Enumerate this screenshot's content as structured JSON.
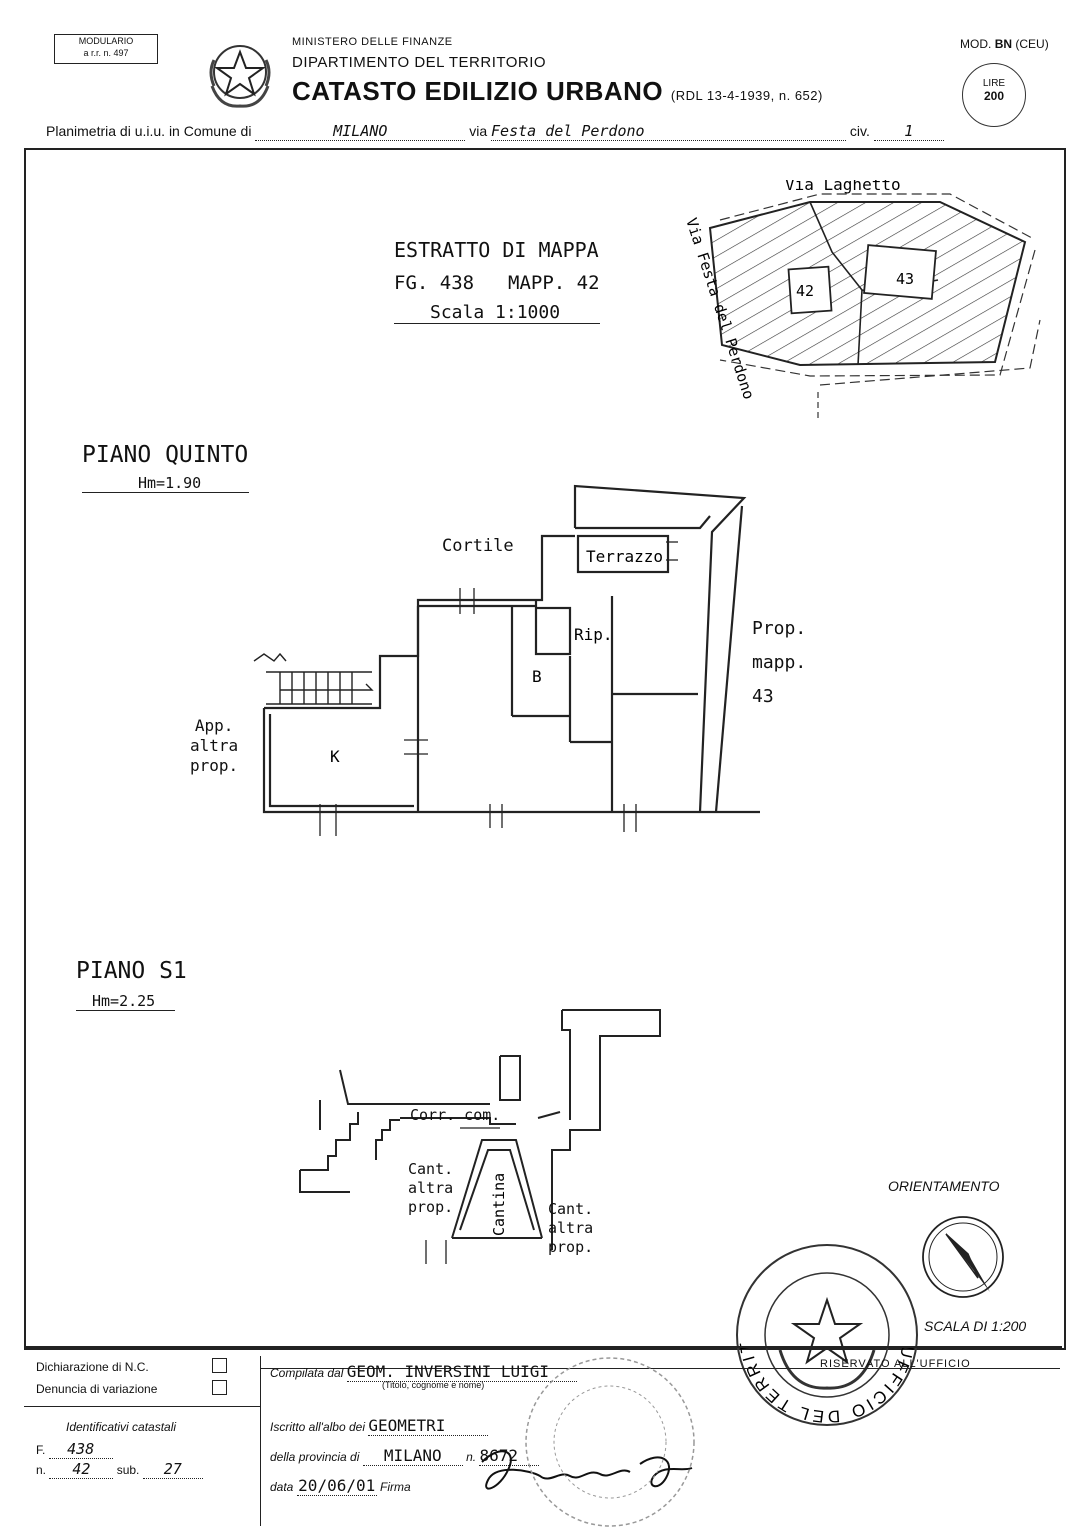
{
  "header": {
    "modulario_line1": "MODULARIO",
    "modulario_line2": "a r.r. n. 497",
    "ministry": "MINISTERO DELLE FINANZE",
    "department": "DIPARTIMENTO DEL TERRITORIO",
    "catasto": "CATASTO EDILIZIO URBANO",
    "rdl": "(RDL 13-4-1939, n. 652)",
    "mod_prefix": "MOD.",
    "mod_code": "BN",
    "mod_suffix": "(CEU)",
    "lire_label": "LIRE",
    "lire_value": "200"
  },
  "location": {
    "planimetria_label": "Planimetria di u.i.u. in Comune di",
    "comune": "MILANO",
    "via_label": "via",
    "via": "Festa del Perdono",
    "civ_label": "civ.",
    "civ": "1"
  },
  "estratto": {
    "title": "ESTRATTO DI MAPPA",
    "fg": "FG. 438",
    "mapp": "MAPP. 42",
    "scala": "Scala 1:1000",
    "street_top": "Via Laghetto",
    "street_side": "Via Festa del Perdono",
    "parcel_a": "42",
    "parcel_b": "43"
  },
  "piano_quinto": {
    "title": "PIANO QUINTO",
    "hm": "Hm=1.90",
    "cortile": "Cortile",
    "terrazzo": "Terrazzo",
    "rip": "Rip.",
    "b": "B",
    "k": "K",
    "app_1": "App.",
    "app_2": "altra",
    "app_3": "prop.",
    "prop_1": "Prop.",
    "prop_2": "mapp.",
    "prop_3": "43"
  },
  "piano_s1": {
    "title": "PIANO S1",
    "hm": "Hm=2.25",
    "corr": "Corr. com.",
    "cant_l1": "Cant.",
    "cant_l2": "altra",
    "cant_l3": "prop.",
    "cantina": "Cantina",
    "cant_r1": "Cant.",
    "cant_r2": "altra",
    "cant_r3": "prop."
  },
  "orientation": {
    "label": "ORIENTAMENTO",
    "scale": "SCALA DI 1:200"
  },
  "stamp": {
    "ring_text": "UFFICIO DEL TERRITORIO DI MILANO",
    "riservato": "RISERVATO ALL'UFFICIO"
  },
  "footer": {
    "dich_nc": "Dichiarazione di N.C.",
    "den_var": "Denuncia di variazione",
    "identificativi": "Identificativi catastali",
    "f_label": "F.",
    "f_value": "438",
    "n_label": "n.",
    "n_value": "42",
    "sub_label": "sub.",
    "sub_value": "27",
    "compilata_label": "Compilata dal",
    "compilata_value": "GEOM. INVERSINI LUIGI",
    "titolo_note": "(Titolo, cognome e nome)",
    "iscritto_label": "Iscritto all'albo dei",
    "iscritto_value": "GEOMETRI",
    "provincia_label": "della provincia di",
    "provincia_value": "MILANO",
    "num_label": "n.",
    "num_value": "8672",
    "data_label": "data",
    "data_value": "20/06/01",
    "firma_label": "Firma"
  }
}
